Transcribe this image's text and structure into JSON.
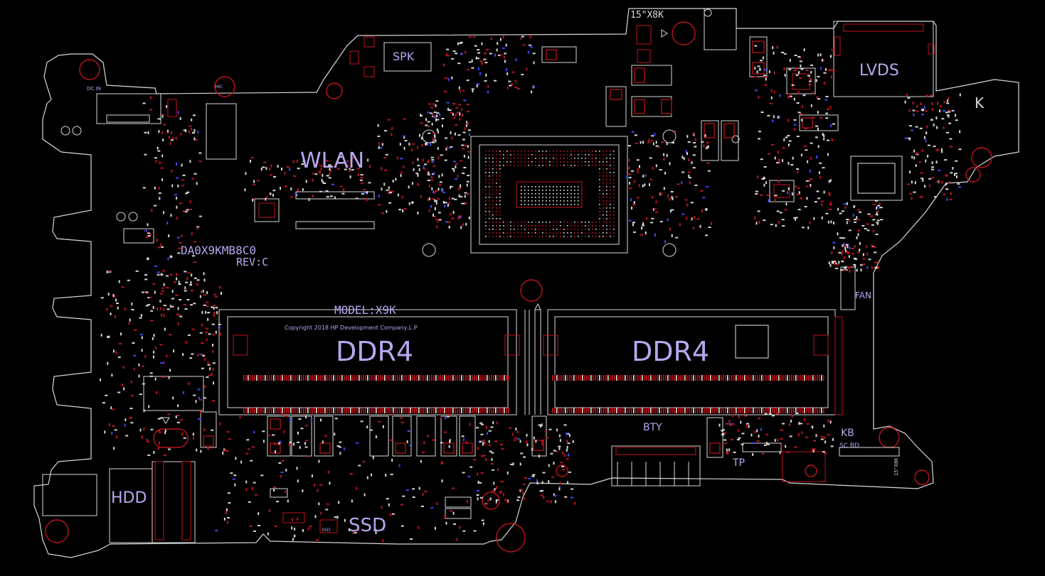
{
  "colors": {
    "background": "#000000",
    "outline": "#d8d8d8",
    "silkscreen": "#b8a6ee",
    "pad_red": "#c0141e",
    "pad_white": "#e8e8e8",
    "blue": "#3b4cff"
  },
  "board": {
    "part_number": "DA0X9KMB8C0",
    "revision": "REV:C",
    "model": "MODEL:X9K",
    "copyright": "Copyright 2018 HP Development Company,L.P",
    "corner_mark": "15\"X8K",
    "side_mark": "15\"X8K"
  },
  "labels": {
    "wlan": "WLAN",
    "spk": "SPK",
    "lvds": "LVDS",
    "k_mark": "K",
    "fan": "FAN",
    "ddr4_left": "DDR4",
    "ddr4_right": "DDR4",
    "bty": "BTY",
    "kb": "KB",
    "kb_sub": "SC BD",
    "tp": "TP",
    "hdd": "HDD",
    "ssd": "SSD",
    "dc_in": "DC IN",
    "mic": "MIC",
    "ssd_sub": "SSD"
  }
}
